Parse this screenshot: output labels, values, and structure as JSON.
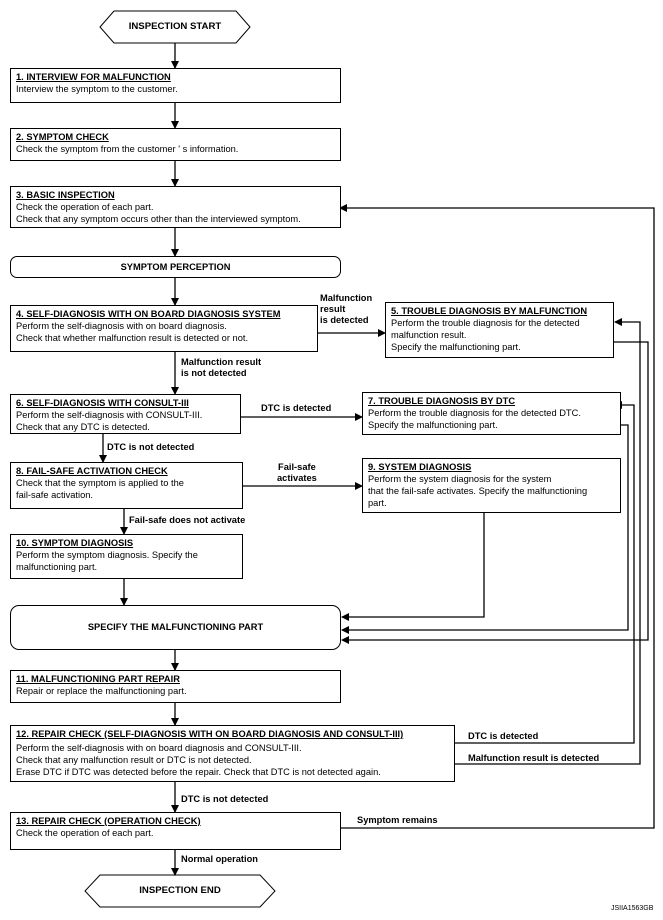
{
  "start_label": "INSPECTION START",
  "end_label": "INSPECTION END",
  "steps": [
    {
      "title": "1. INTERVIEW FOR MALFUNCTION",
      "lines": [
        "Interview the symptom to the customer."
      ]
    },
    {
      "title": "2. SYMPTOM CHECK",
      "lines": [
        "Check the symptom from the customer ' s information."
      ]
    },
    {
      "title": "3. BASIC INSPECTION",
      "lines": [
        "Check the operation of each part.",
        "Check that any symptom occurs other than the interviewed symptom."
      ]
    },
    {
      "title": "4. SELF-DIAGNOSIS WITH ON BOARD DIAGNOSIS SYSTEM",
      "lines": [
        "Perform the self-diagnosis with on board diagnosis.",
        "Check that whether malfunction result is detected or not."
      ]
    },
    {
      "title": "5. TROUBLE DIAGNOSIS BY MALFUNCTION",
      "lines": [
        "Perform the trouble diagnosis for the detected",
        "malfunction result.",
        "Specify the malfunctioning part."
      ]
    },
    {
      "title": "6. SELF-DIAGNOSIS WITH CONSULT-III",
      "lines": [
        "Perform the self-diagnosis with CONSULT-III.",
        "Check that any DTC is detected."
      ]
    },
    {
      "title": "7. TROUBLE DIAGNOSIS BY DTC",
      "lines": [
        "Perform the trouble diagnosis for the detected DTC.",
        "Specify the malfunctioning part."
      ]
    },
    {
      "title": "8. FAIL-SAFE ACTIVATION CHECK",
      "lines": [
        "Check that the symptom is applied to the",
        "fail-safe activation."
      ]
    },
    {
      "title": "9. SYSTEM DIAGNOSIS",
      "lines": [
        "Perform the system diagnosis for the system",
        "that the fail-safe activates. Specify the malfunctioning",
        "part."
      ]
    },
    {
      "title": "10. SYMPTOM DIAGNOSIS",
      "lines": [
        "Perform the symptom diagnosis. Specify the",
        "malfunctioning part."
      ]
    },
    {
      "title": "11. MALFUNCTIONING PART REPAIR",
      "lines": [
        "Repair or replace the malfunctioning part."
      ]
    },
    {
      "title": "12. REPAIR CHECK (SELF-DIAGNOSIS  WITH ON BOARD DIAGNOSIS AND CONSULT-III)",
      "lines": [
        "Perform the self-diagnosis with on board diagnosis and CONSULT-III.",
        "Check that any malfunction result or DTC is not detected.",
        "Erase DTC if DTC was detected before the repair. Check that DTC is not detected again."
      ]
    },
    {
      "title": "13. REPAIR CHECK (OPERATION CHECK)",
      "lines": [
        "Check the operation of each part."
      ]
    }
  ],
  "symptom_perception": "SYMPTOM PERCEPTION",
  "specify_part": "SPECIFY THE MALFUNCTIONING PART",
  "labels": {
    "malfunction_detected": [
      "Malfunction",
      "result",
      "is detected"
    ],
    "malfunction_not_detected": [
      "Malfunction result",
      "is not detected"
    ],
    "dtc_detected": "DTC is detected",
    "dtc_not_detected": "DTC is not detected",
    "failsafe_activates": [
      "Fail-safe",
      "activates"
    ],
    "failsafe_not_activate": "Fail-safe does not activate",
    "dtc_detected_12": "DTC is detected",
    "malfunction_detected_12": "Malfunction result is detected",
    "dtc_not_detected_12": "DTC is not detected",
    "symptom_remains": "Symptom remains",
    "normal_operation": "Normal operation"
  },
  "figure_code": "JSIIA1563GB"
}
